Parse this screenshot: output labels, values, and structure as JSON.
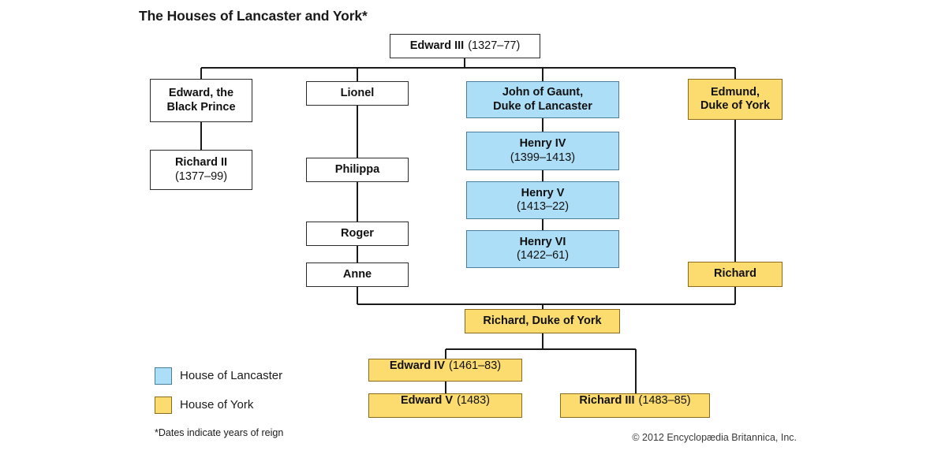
{
  "title": "The Houses of Lancaster and York*",
  "colors": {
    "lancaster_fill": "#ADDEF7",
    "lancaster_border": "#4a7e98",
    "york_fill": "#FCDC6E",
    "york_border": "#8a6a1c",
    "neutral_fill": "#ffffff",
    "neutral_border": "#2b2b2b",
    "connector": "#1a1a1a"
  },
  "nodes": [
    {
      "id": "edward3",
      "name": "Edward III",
      "dates": "(1327–77)",
      "house": "none"
    },
    {
      "id": "black_prince",
      "name": "Edward, the",
      "name2": "Black Prince",
      "house": "none"
    },
    {
      "id": "richard2",
      "name": "Richard II",
      "dates": "(1377–99)",
      "house": "none"
    },
    {
      "id": "lionel",
      "name": "Lionel",
      "house": "none"
    },
    {
      "id": "philippa",
      "name": "Philippa",
      "house": "none"
    },
    {
      "id": "roger",
      "name": "Roger",
      "house": "none"
    },
    {
      "id": "anne",
      "name": "Anne",
      "house": "none"
    },
    {
      "id": "john_gaunt",
      "name": "John of Gaunt,",
      "name2": "Duke of Lancaster",
      "house": "lancaster"
    },
    {
      "id": "henry4",
      "name": "Henry IV",
      "dates": "(1399–1413)",
      "house": "lancaster"
    },
    {
      "id": "henry5",
      "name": "Henry V",
      "dates": "(1413–22)",
      "house": "lancaster"
    },
    {
      "id": "henry6",
      "name": "Henry VI",
      "dates": "(1422–61)",
      "house": "lancaster"
    },
    {
      "id": "edmund",
      "name": "Edmund,",
      "name2": "Duke of York",
      "house": "york"
    },
    {
      "id": "richard_y",
      "name": "Richard",
      "house": "york"
    },
    {
      "id": "richard_doy",
      "name": "Richard, Duke of York",
      "house": "york"
    },
    {
      "id": "edward4",
      "name": "Edward IV",
      "dates": "(1461–83)",
      "house": "york"
    },
    {
      "id": "edward5",
      "name": "Edward V",
      "dates": "(1483)",
      "house": "york"
    },
    {
      "id": "richard3",
      "name": "Richard III",
      "dates": "(1483–85)",
      "house": "york"
    }
  ],
  "legend": {
    "items": [
      {
        "label": "House of Lancaster",
        "swatch": "lancaster-swatch"
      },
      {
        "label": "House of York",
        "swatch": "york-swatch"
      }
    ]
  },
  "footnote": "*Dates indicate years of reign",
  "copyright": "© 2012 Encyclopædia Britannica, Inc."
}
